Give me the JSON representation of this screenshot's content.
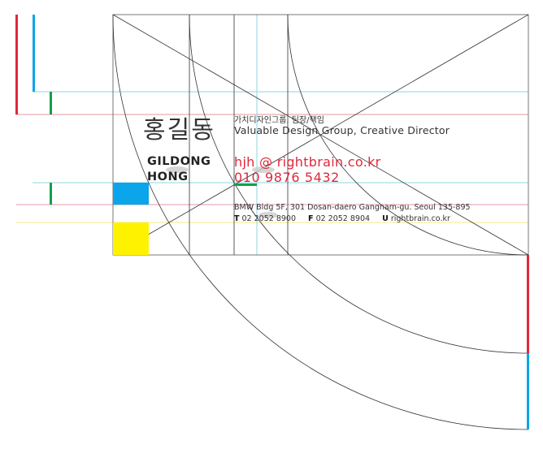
{
  "card": {
    "korean_name": "홍길동",
    "company_ko": "가치디자인그룹, 팀장/책임",
    "role_en": "Valuable Design Group, Creative Director",
    "name_first": "GILDONG",
    "name_last": "HONG",
    "email": "hjh @ rightbrain.co.kr",
    "phone": "010 9876 5432",
    "address": "BMW Bldg 5F, 301 Dosan-daero Gangnam-gu. Seoul 135-895",
    "contact": {
      "t_label": "T",
      "t_value": "02 2052 8900",
      "f_label": "F",
      "f_value": "02 2052 8904",
      "u_label": "U",
      "u_value": "rightbrain.co.kr"
    }
  },
  "colors": {
    "red": "#e0283a",
    "blue": "#0aa5ea",
    "green": "#11a04a",
    "yellow": "#fff200",
    "line": "#333333",
    "guide_cyan": "#8fd6e0",
    "guide_red": "#e09aa5",
    "guide_yellow": "#f2ee8a"
  }
}
